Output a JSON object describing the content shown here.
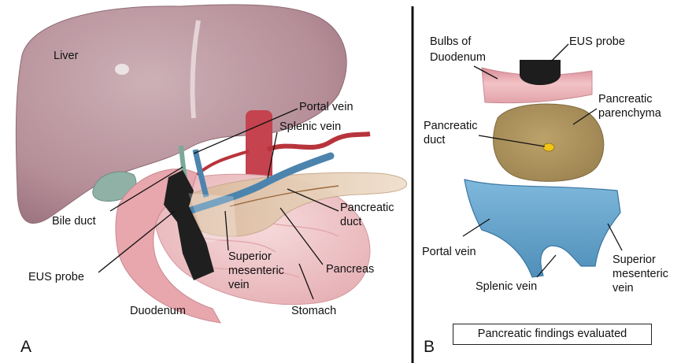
{
  "panel_a": {
    "letter": "A",
    "labels": {
      "liver": "Liver",
      "portal_vein": "Portal vein",
      "splenic_vein": "Splenic vein",
      "bile_duct": "Bile duct",
      "pancreatic_duct_1": "Pancreatic",
      "pancreatic_duct_2": "duct",
      "eus_probe": "EUS probe",
      "smv_1": "Superior",
      "smv_2": "mesenteric",
      "smv_3": "vein",
      "pancreas": "Pancreas",
      "duodenum": "Duodenum",
      "stomach": "Stomach"
    }
  },
  "panel_b": {
    "letter": "B",
    "labels": {
      "bulbs_1": "Bulbs of",
      "bulbs_2": "Duodenum",
      "eus_probe": "EUS probe",
      "parenchyma_1": "Pancreatic",
      "parenchyma_2": "parenchyma",
      "pduct_1": "Pancreatic",
      "pduct_2": "duct",
      "portal_vein": "Portal vein",
      "splenic_vein": "Splenic vein",
      "smv_1": "Superior",
      "smv_2": "mesenteric",
      "smv_3": "vein"
    },
    "findings_box": "Pancreatic findings evaluated"
  },
  "colors": {
    "liver": "#bf9aa2",
    "pancreas": "#e8d3bc",
    "stomach": "#eec3c6",
    "duodenum": "#e7a7ad",
    "probe": "#1f1f1f",
    "portal_vein": "#5a9cc4",
    "parenchyma": "#b39a63",
    "artery": "#b8343c"
  }
}
